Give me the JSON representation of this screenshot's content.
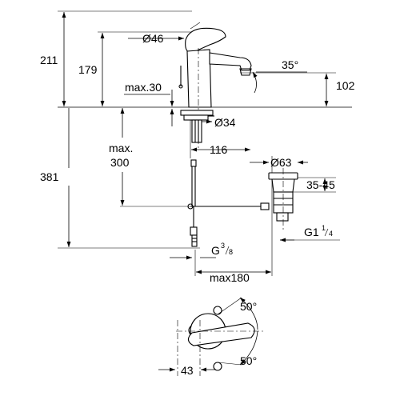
{
  "dimensions": {
    "total_height": "211",
    "spout_height": "179",
    "lever_diameter": "Ø46",
    "spout_angle": "35°",
    "outlet_height": "102",
    "deck_thickness": "max.30",
    "base_diameter": "Ø34",
    "tail_spacing": "116",
    "drain_height_line1": "max.",
    "drain_height_line2": "300",
    "overall_below_deck": "381",
    "waste_diameter": "Ø63",
    "waste_range": "35-45",
    "waste_thread_main": "G1",
    "waste_thread_num": "1",
    "waste_thread_den": "4",
    "hose_thread_main": "G",
    "hose_thread_num": "3",
    "hose_thread_den": "8",
    "max_reach": "max180",
    "lever_angle_top": "50°",
    "lever_angle_bottom": "50°",
    "lever_offset": "43"
  }
}
